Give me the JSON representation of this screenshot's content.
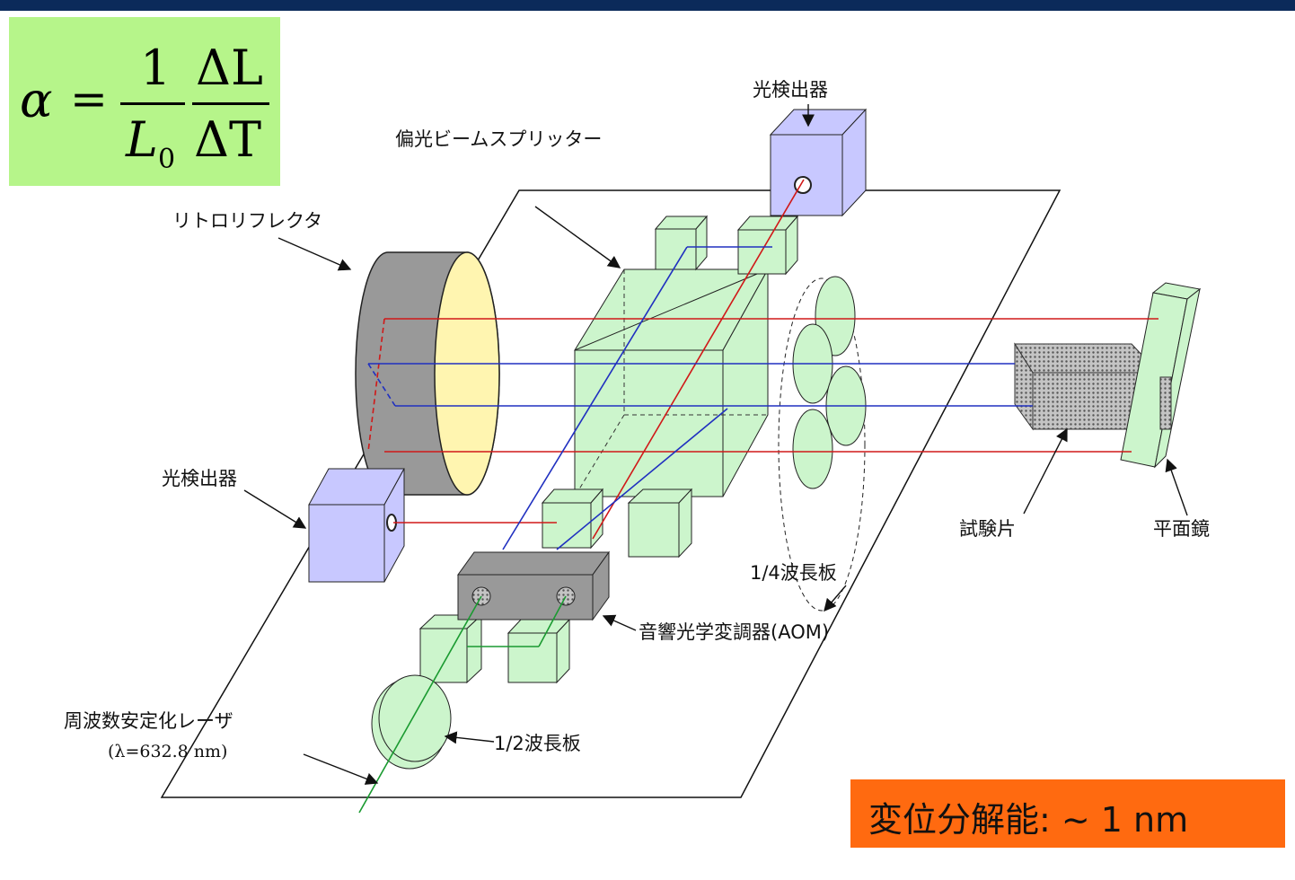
{
  "formula": {
    "alpha": "α",
    "equals": "=",
    "numerator1": "1",
    "denominator1": "L",
    "denominator1_sub": "0",
    "numerator2": "ΔL",
    "denominator2": "ΔT"
  },
  "labels": {
    "photodetector_top": "光検出器",
    "polarizing_beam_splitter": "偏光ビームスプリッター",
    "retroreflector": "リトロリフレクタ",
    "photodetector_left": "光検出器",
    "specimen": "試験片",
    "plane_mirror": "平面鏡",
    "quarter_wave_plate": "1/4波長板",
    "aom": "音響光学変調器(AOM)",
    "laser": "周波数安定化レーザ",
    "wavelength": "(λ=632.8 nm)",
    "half_wave_plate": "1/2波長板"
  },
  "resolution": "変位分解能: ~ 1 nm",
  "colors": {
    "top_bar": "#0b2a5a",
    "formula_bg": "#b6f58a",
    "result_bg": "#ff6a10",
    "optic_green": "#ccf5cc",
    "detector_blue": "#c8c8ff",
    "beam_red": "#d01818",
    "beam_blue": "#2030c0",
    "beam_green": "#1a9a30"
  }
}
